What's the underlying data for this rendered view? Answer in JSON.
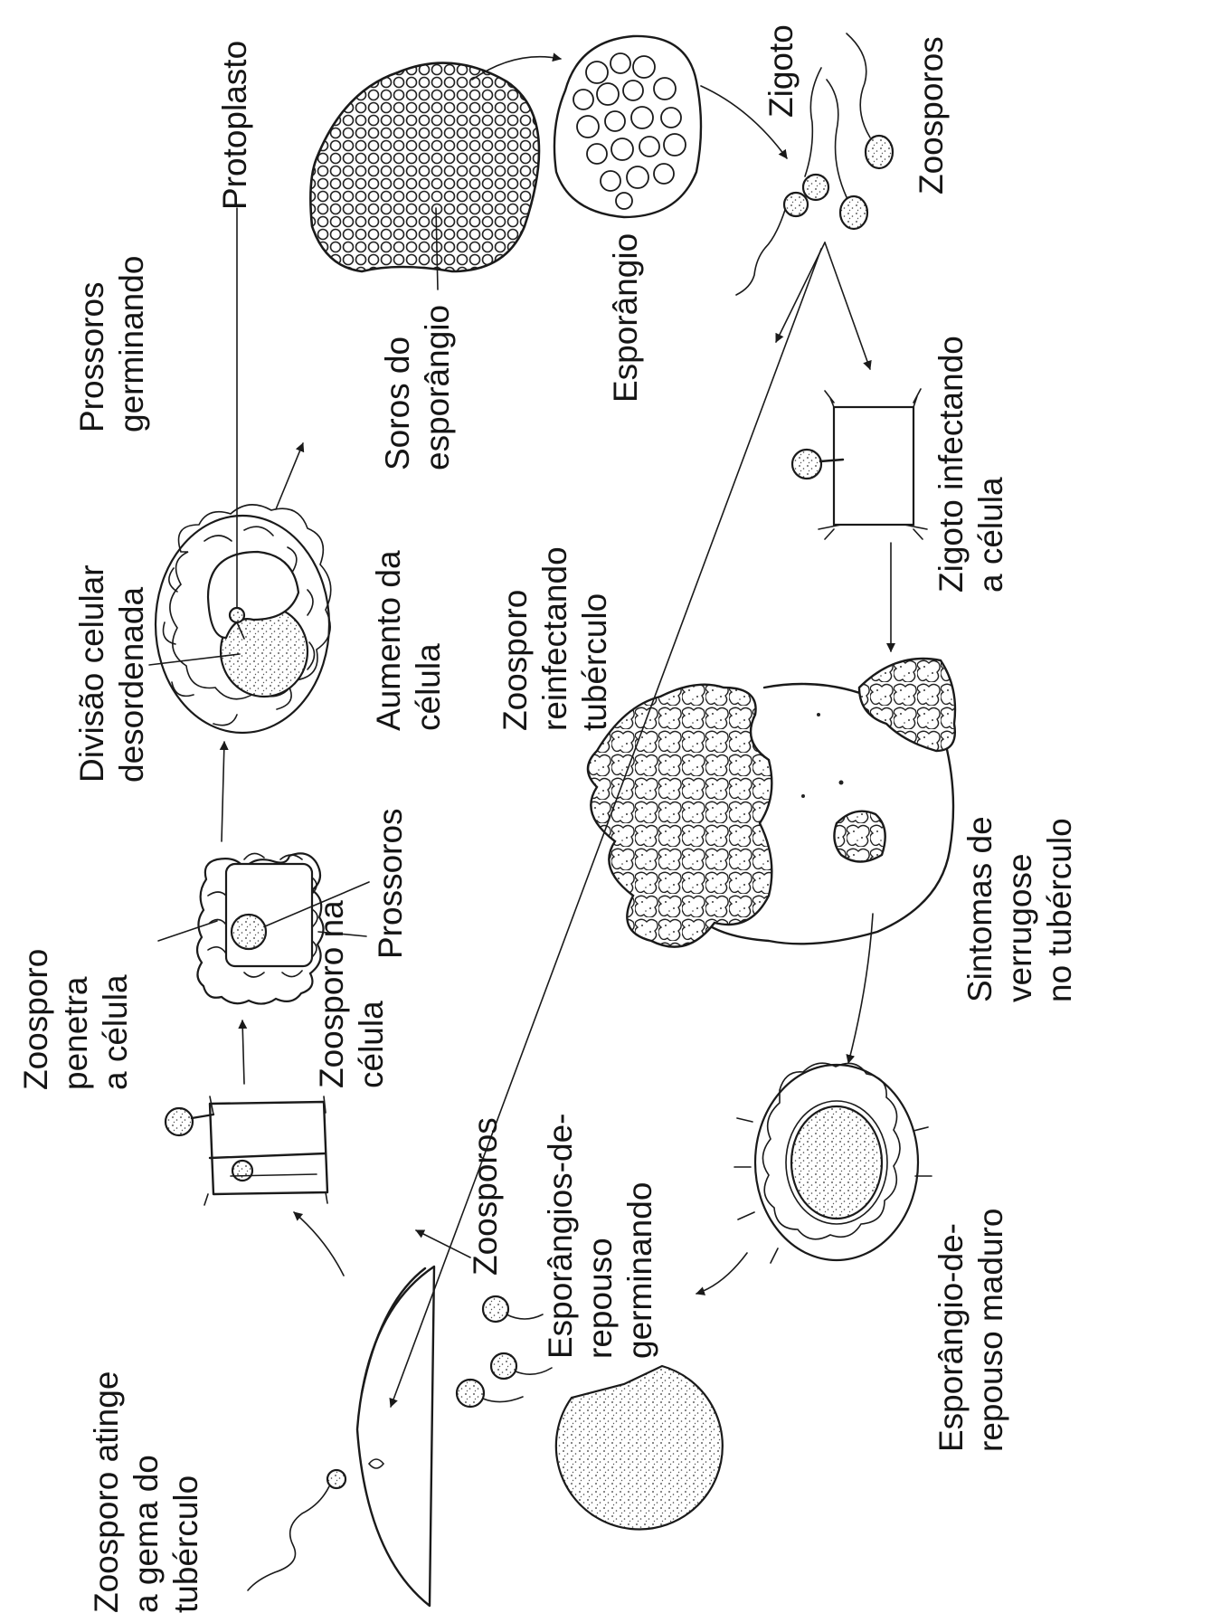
{
  "labels": {
    "protoplasto": "Protoplasto",
    "prossoros_germinando": [
      "Prossoros",
      "germinando"
    ],
    "divisao_celular": [
      "Divisão celular",
      "desordenada"
    ],
    "aumento_celula": [
      "Aumento da",
      "célula"
    ],
    "prossoros": "Prossoros",
    "zoosporo_penetra": [
      "Zoosporo",
      "penetra",
      "a célula"
    ],
    "zoosporo_na_celula": [
      "Zoosporo na",
      "célula"
    ],
    "zoosporo_atinge": [
      "Zoosporo atinge",
      "a gema do",
      "tubérculo"
    ],
    "zoosporos_bottom": "Zoosporos",
    "esporangios_repouso_germinando": [
      "Esporângios-de-",
      "repouso",
      "germinando"
    ],
    "esporangio_repouso_maduro": [
      "Esporângio-de-",
      "repouso maduro"
    ],
    "sintomas": [
      "Sintomas de",
      "verrugose",
      "no tubérculo"
    ],
    "zoosporo_reinfectando": [
      "Zoosporo",
      "reinfectando",
      "tubérculo"
    ],
    "zigoto_infectando": [
      "Zigoto infectando",
      "a célula"
    ],
    "soros_esporangio": [
      "Soros do",
      "esporângio"
    ],
    "esporangio": "Esporângio",
    "zigoto": "Zigoto",
    "zoosporos_top": "Zoosporos"
  }
}
